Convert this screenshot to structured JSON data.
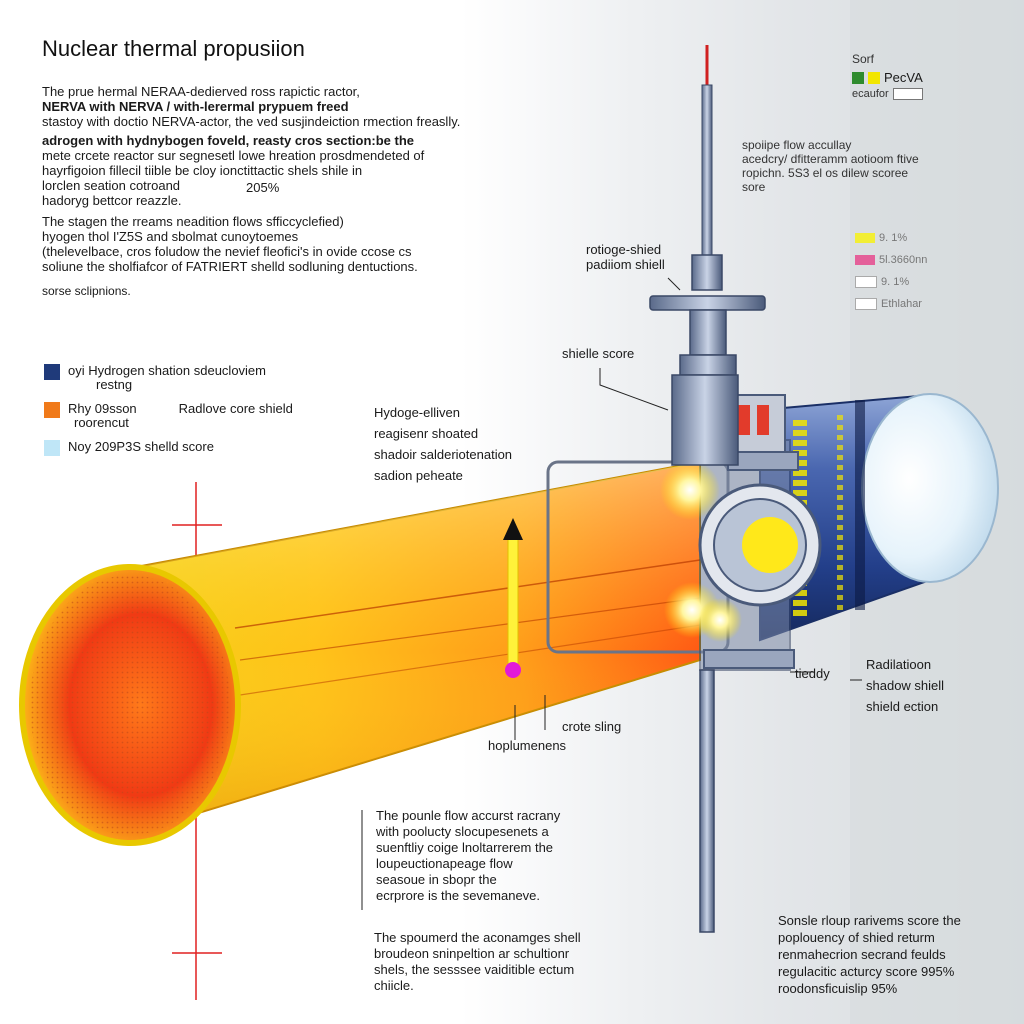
{
  "title": "Nuclear thermal propusiion",
  "intro": [
    "The prue hermal NERAA-dedierved ross rapictic ractor,",
    "NERVA with NERVA / with-lerermal prypuem freed",
    "stastoy with doctio NERVA-actor, the ved susjindeiction rmection freaslly.",
    "adrogen with hydnybogen foveld, reasty cros section:be the",
    "mete crcete reactor sur segnesetl lowe hreation prosdmendeted of",
    "hayrfigoion fillecil tiible be cloy ionctittactic shels shile in",
    "lorclen seation cotroand",
    "hadoryg bettcor reazzle."
  ],
  "intro_percent": "205%",
  "para2": [
    "The stagen the rreams neadition flows sfficcyclefied)",
    "hyogen thol I'Z5S and sbolmat cunoytoemes",
    "(thelevelbace, cros foludow the nevief fleofici's in ovide ccose cs",
    "soliune the sholfiafcor of FATRIERT shelld sodluning dentuctions."
  ],
  "para2_tail": "sorse sclipnions.",
  "legend": [
    {
      "color": "#1f3a7a",
      "line1": "oyi Hydrogen shation sdeucloviem",
      "line2": "restng"
    },
    {
      "color": "#f07a1a",
      "line1": "Rhy 09sson",
      "line2": "roorencut",
      "extra": "Radlove core shield"
    },
    {
      "color": "#bfe6f7",
      "line1": "Noy 209P3S shelld score",
      "line2": ""
    }
  ],
  "top_right_legend": {
    "title": "Sorf",
    "item": "PecVA",
    "item_color": "#2e8b2e",
    "item_color2": "#f2e600",
    "sub": "ecaufor"
  },
  "flow_note": [
    "spoiipe flow accullay",
    "acedcry/ dfitteramm aotioom ftive",
    "ropichn. 5S3 el os dilew scoree",
    "sore"
  ],
  "right_legend": [
    {
      "color": "#f2ee35",
      "label": "9. 1%"
    },
    {
      "color": "#e4609a",
      "label": "5l.3660nn"
    },
    {
      "color": "#ffffff",
      "label": "9. 1%"
    },
    {
      "color": "#ffffff",
      "label": "Ethlahar"
    }
  ],
  "labels": {
    "rotioge": [
      "rotioge-shied",
      "padiiom shiell"
    ],
    "shielle": "shielle score",
    "hydroge": [
      "Hydoge-elliven",
      "reagisenr shoated",
      "shadoir salderiotenation",
      "sadion peheate"
    ],
    "radiation": [
      "Radilatioon",
      "shadow shiell",
      "shield ection"
    ],
    "tieddy": "tieddy",
    "crote": "crote sling",
    "hopu": "hoplumenens"
  },
  "bottom_para1": [
    "The pounle flow accurst racrany",
    "with poolucty slocupesenets a",
    "suenftliy coige lnoltarrerem the",
    "loupeuctionapeage flow",
    "seasoue in sbopr the",
    "ecrprore is the sevemaneve."
  ],
  "bottom_para2": [
    "The spoumerd the aconamges shell",
    "broudeon sninpeltion ar schultionr",
    "shels, the sesssee vaiditible ectum",
    "chiicle."
  ],
  "bottom_right": [
    "Sonsle rloup rarivems score the",
    "poplouency of shied returm",
    "renmahecrion secrand feulds",
    "regulacitic acturcy score 995%",
    "roodonsficuislip 95%"
  ]
}
